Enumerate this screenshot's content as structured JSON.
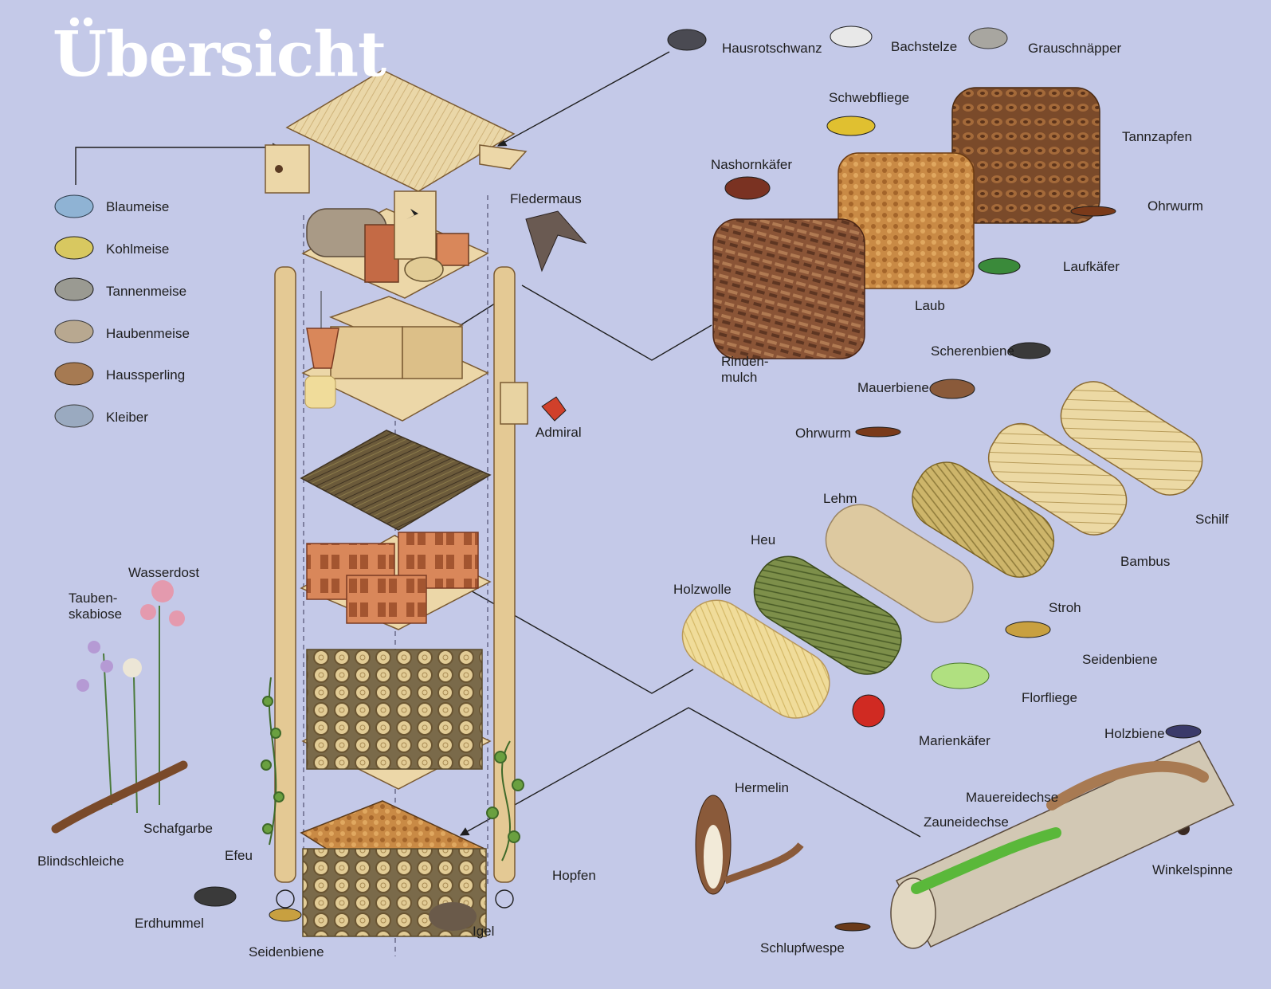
{
  "title": "Übersicht",
  "birds_left": [
    {
      "label": "Blaumeise"
    },
    {
      "label": "Kohlmeise"
    },
    {
      "label": "Tannenmeise"
    },
    {
      "label": "Haubenmeise"
    },
    {
      "label": "Haussperling"
    },
    {
      "label": "Kleiber"
    }
  ],
  "birds_top": [
    {
      "label": "Hausrotschwanz"
    },
    {
      "label": "Bachstelze"
    },
    {
      "label": "Grauschnäpper"
    }
  ],
  "tower_labels": {
    "fledermaus": "Fledermaus",
    "admiral": "Admiral",
    "efeu": "Efeu",
    "hopfen": "Hopfen",
    "igel": "Igel",
    "erdhummel": "Erdhummel",
    "seidenbiene_bottom": "Seidenbiene"
  },
  "plants_left": {
    "wasserdost": "Wasserdost",
    "taubenskabiose": "Tauben-\nskabiose",
    "schafgarbe": "Schafgarbe",
    "blindschleiche": "Blindschleiche"
  },
  "materials_top": {
    "schwebfliege": "Schwebfliege",
    "tannzapfen": "Tannzapfen",
    "nashornkaefer": "Nashornkäfer",
    "ohrwurm_top": "Ohrwurm",
    "laufkaefer": "Laufkäfer",
    "laub": "Laub",
    "rindenmulch": "Rinden-\nmulch"
  },
  "materials_mid": {
    "scherenbiene": "Scherenbiene",
    "mauerbiene": "Mauerbiene",
    "ohrwurm_mid": "Ohrwurm",
    "lehm": "Lehm",
    "schilf": "Schilf",
    "heu": "Heu",
    "bambus": "Bambus",
    "holzwolle": "Holzwolle",
    "stroh": "Stroh",
    "seidenbiene_mid": "Seidenbiene",
    "florfliege": "Florfliege",
    "marienkaefer": "Marienkäfer"
  },
  "log_section": {
    "holzbiene": "Holzbiene",
    "hermelin": "Hermelin",
    "mauereidechse": "Mauereidechse",
    "zauneidechse": "Zauneidechse",
    "winkelspinne": "Winkelspinne",
    "schlupfwespe": "Schlupfwespe"
  },
  "colors": {
    "background": "#c4c9e8",
    "title": "#ffffff",
    "wood": "#e6cf9a",
    "brick": "#d98a5a",
    "bark": "#8a5a3a"
  }
}
